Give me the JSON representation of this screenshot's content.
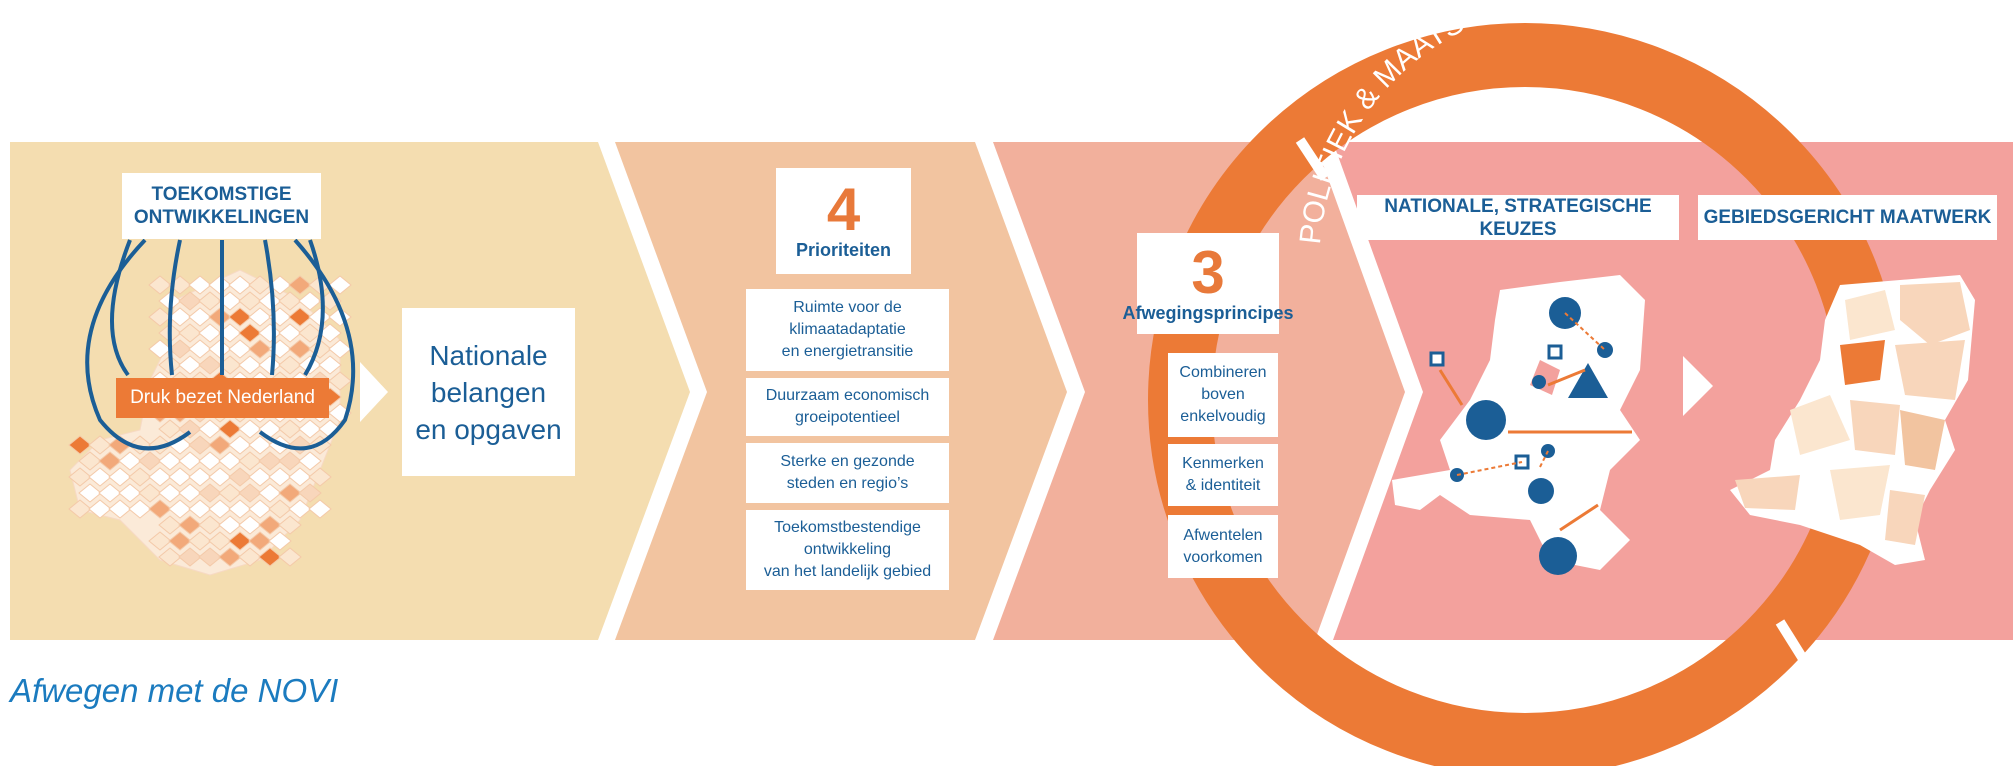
{
  "caption": "Afwegen met de NOVI",
  "ring_text": "POLITIEK & MAATSCHAPPELIJK DEBAT",
  "stage1": {
    "header_lines": [
      "TOEKOMSTIGE",
      "ONTWIKKELINGEN"
    ],
    "pressure_label": "Druk bezet Nederland",
    "result_lines": [
      "Nationale",
      "belangen",
      "en opgaven"
    ]
  },
  "stage2": {
    "number": "4",
    "label": "Prioriteiten",
    "items": [
      {
        "lines": [
          "Ruimte voor de",
          "klimaatadaptatie",
          "en energietransitie"
        ]
      },
      {
        "lines": [
          "Duurzaam economisch",
          "groeipotentieel"
        ]
      },
      {
        "lines": [
          "Sterke en gezonde",
          "steden en regio’s"
        ]
      },
      {
        "lines": [
          "Toekomstbestendige",
          "ontwikkeling",
          "van het landelijk gebied"
        ]
      }
    ]
  },
  "stage3": {
    "number": "3",
    "label": "Afwegingsprincipes",
    "items": [
      {
        "lines": [
          "Combineren",
          "boven",
          "enkelvoudig"
        ]
      },
      {
        "lines": [
          "Kenmerken",
          "& identiteit"
        ]
      },
      {
        "lines": [
          "Afwentelen",
          "voorkomen"
        ]
      }
    ]
  },
  "stage4": {
    "left_header": "NATIONALE, STRATEGISCHE KEUZES",
    "right_header": "GEBIEDSGERICHT MAATWERK"
  },
  "colors": {
    "stage1_bg": "#f4ddb0",
    "stage2_bg": "#f2c4a0",
    "stage3_bg": "#f2b09c",
    "stage4_bg": "#f3a19d",
    "ring": "#ec7a36",
    "blue": "#1b5e96",
    "orange": "#e8793a"
  }
}
